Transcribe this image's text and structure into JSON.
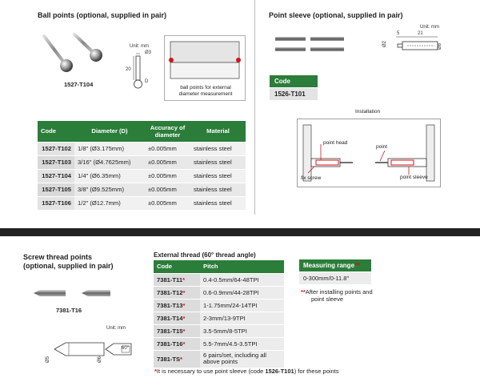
{
  "ball_points": {
    "title": "Ball points (optional, supplied in pair)",
    "product_code": "1527-T104",
    "unit": "Unit: mm",
    "dim_phi3": "Ø3",
    "dim_20": "20",
    "dim_D": "D",
    "note_line1": "ball points for external",
    "note_line2": "diameter measurement",
    "table": {
      "headers": [
        "Code",
        "Diameter (D)",
        "Accuracy of diameter",
        "Material"
      ],
      "rows": [
        [
          "1527-T102",
          "1/8\" (Ø3.175mm)",
          "±0.005mm",
          "stainless steel"
        ],
        [
          "1527-T103",
          "3/16\" (Ø4.7625mm)",
          "±0.005mm",
          "stainless steel"
        ],
        [
          "1527-T104",
          "1/4\" (Ø6.35mm)",
          "±0.005mm",
          "stainless steel"
        ],
        [
          "1527-T105",
          "3/8\" (Ø9.525mm)",
          "±0.005mm",
          "stainless steel"
        ],
        [
          "1527-T106",
          "1/2\" (Ø12.7mm)",
          "±0.005mm",
          "stainless steel"
        ]
      ]
    }
  },
  "point_sleeve": {
    "title": "Point sleeve (optional, supplied in pair)",
    "unit": "Unit: mm",
    "dim_5": "5",
    "dim_21": "21",
    "dim_phi2": "Ø2",
    "dim_phi8": "Ø8",
    "code_header": "Code",
    "code_value": "1526-T101",
    "installation_label": "Installation",
    "label_point_head": "point head",
    "label_point": "point",
    "label_fix_screw": "fix screw",
    "label_point_sleeve": "point sleeve"
  },
  "screw_thread": {
    "title_line1": "Screw thread points",
    "title_line2": "(optional, supplied in pair)",
    "product_code": "7381-T16",
    "unit": "Unit: mm",
    "dim_60": "60°",
    "dim_phi5": "Ø5",
    "dim_phi6": "Ø6"
  },
  "external_thread": {
    "title": "External thread (60° thread angle)",
    "headers": [
      "Code",
      "Pitch"
    ],
    "rows": [
      {
        "code": "7381-T11",
        "pitch": "0.4-0.5mm/64-48TPI"
      },
      {
        "code": "7381-T12",
        "pitch": "0.6-0.9mm/44-28TPI"
      },
      {
        "code": "7381-T13",
        "pitch": "1-1.75mm/24-14TPI"
      },
      {
        "code": "7381-T14",
        "pitch": "2-3mm/13-9TPI"
      },
      {
        "code": "7381-T15",
        "pitch": "3.5-5mm/8-5TPI"
      },
      {
        "code": "7381-T16",
        "pitch": "5.5-7mm/4.5-3.5TPI"
      },
      {
        "code": "7381-TS",
        "pitch": "6 pairs/set, including all above points"
      }
    ],
    "star": "*",
    "footnote_prefix": "It is necessary to use point sleeve (code ",
    "footnote_code": "1526-T101",
    "footnote_suffix": ") for these points"
  },
  "measuring_range": {
    "header": "Measuring range",
    "stars": "**",
    "value": "0-300mm/0-11.8\"",
    "note_stars": "**",
    "note_line1": "After installing points and",
    "note_line2": "point sleeve"
  }
}
